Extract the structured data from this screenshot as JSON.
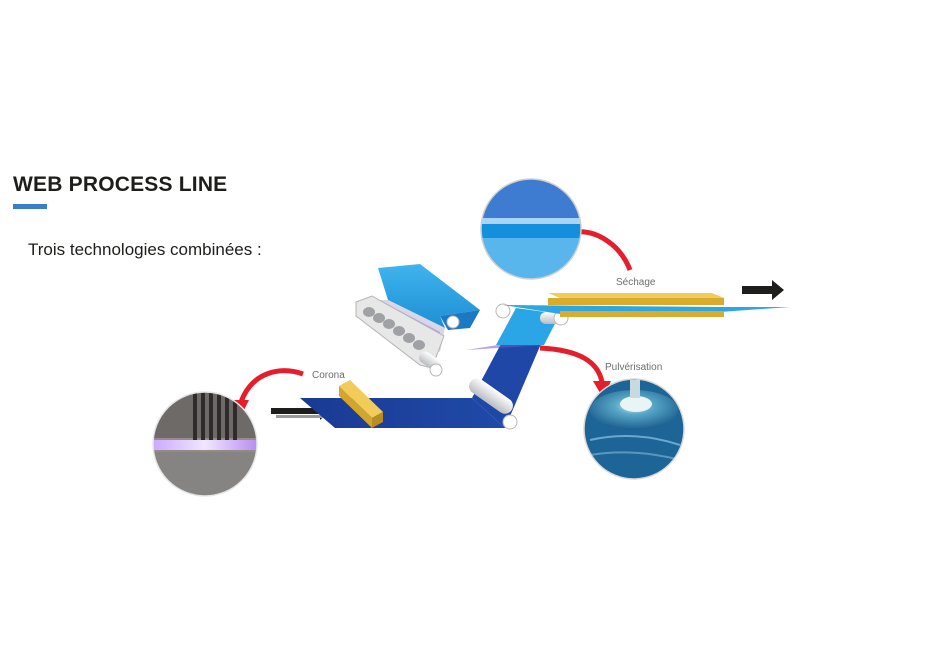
{
  "header": {
    "title": "WEB PROCESS LINE",
    "subtitle": "Trois technologies combinées :"
  },
  "diagram": {
    "labels": {
      "corona": "Corona",
      "pulverisation": "Pulvérisation",
      "sechage": "Séchage"
    }
  },
  "colors": {
    "accent": "#3a7fc8",
    "web_dark_blue": "#1b3f9a",
    "web_light_blue": "#2da7e2",
    "yellow_block": "#e0b73a",
    "red_arrow": "#e41e2b",
    "arrow_dark": "#1d1d1b"
  }
}
